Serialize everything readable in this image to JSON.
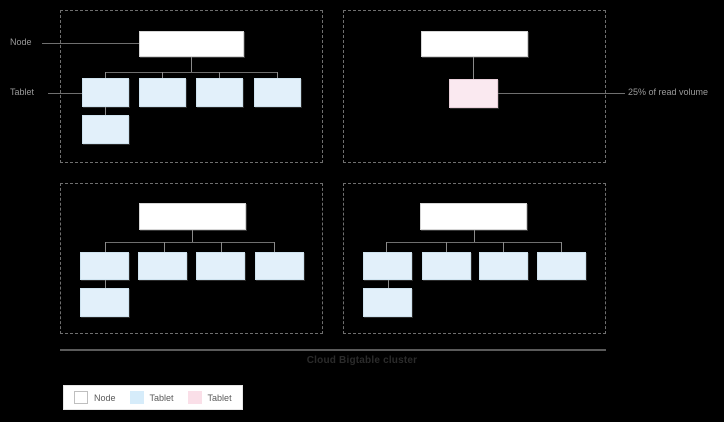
{
  "diagram": {
    "caption": "Cloud Bigtable cluster",
    "side_labels": {
      "node": "Node",
      "tablet": "Tablet"
    },
    "callout": {
      "hot_tablet": "25% of read volume"
    },
    "legend": {
      "items": [
        {
          "label": "Node",
          "swatch": "node-swatch",
          "color": "#ffffff"
        },
        {
          "label": "Tablet",
          "swatch": "tablet-swatch",
          "color": "#d6ecfa"
        },
        {
          "label": "Tablet",
          "swatch": "hot-tablet-swatch",
          "color": "#fadfe8"
        }
      ]
    },
    "colors": {
      "node_fill": "#ffffff",
      "tablet_fill": "#e2f0fa",
      "hot_tablet_fill": "#fae9f0",
      "connector": "#6f6f6f",
      "dashed_border": "#6f6f6f",
      "background": "#000000",
      "caption_text": "#2b2b2b",
      "label_text": "#9a9a9a"
    },
    "quadrants": [
      {
        "name": "node-1",
        "node_count": 1,
        "tablet_count": 5,
        "hot_tablet_count": 0
      },
      {
        "name": "node-2",
        "node_count": 1,
        "tablet_count": 0,
        "hot_tablet_count": 1
      },
      {
        "name": "node-3",
        "node_count": 1,
        "tablet_count": 5,
        "hot_tablet_count": 0
      },
      {
        "name": "node-4",
        "node_count": 1,
        "tablet_count": 5,
        "hot_tablet_count": 0
      }
    ]
  }
}
